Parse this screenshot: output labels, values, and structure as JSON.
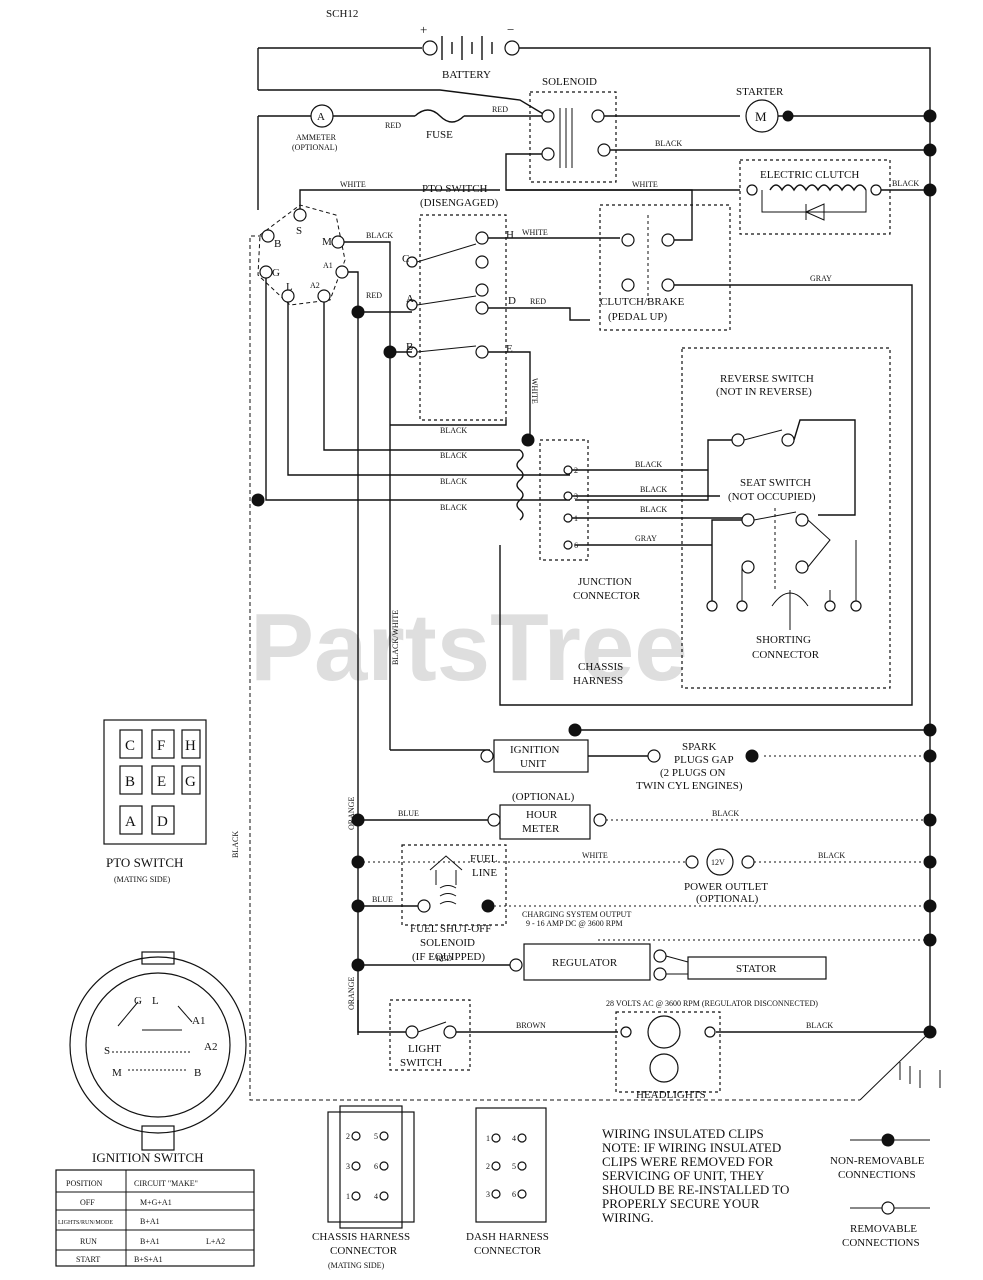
{
  "diagram": {
    "id": "SCH12",
    "watermark": "PartsTree",
    "components": {
      "battery": "BATTERY",
      "battery_pos": "+",
      "battery_neg": "−",
      "solenoid": "SOLENOID",
      "starter": "STARTER",
      "starter_symbol": "M",
      "ammeter_l1": "AMMETER",
      "ammeter_l2": "(OPTIONAL)",
      "ammeter_symbol": "A",
      "fuse": "FUSE",
      "electric_clutch": "ELECTRIC CLUTCH",
      "pto_switch_l1": "PTO SWITCH",
      "pto_switch_l2": "(DISENGAGED)",
      "clutch_brake_l1": "CLUTCH/BRAKE",
      "clutch_brake_l2": "(PEDAL UP)",
      "reverse_switch_l1": "REVERSE SWITCH",
      "reverse_switch_l2": "(NOT IN REVERSE)",
      "seat_switch_l1": "SEAT SWITCH",
      "seat_switch_l2": "(NOT OCCUPIED)",
      "junction_l1": "JUNCTION",
      "junction_l2": "CONNECTOR",
      "chassis_l1": "CHASSIS",
      "chassis_l2": "HARNESS",
      "shorting_l1": "SHORTING",
      "shorting_l2": "CONNECTOR",
      "ignition_unit_l1": "IGNITION",
      "ignition_unit_l2": "UNIT",
      "spark_l1": "SPARK",
      "spark_l2": "PLUGS GAP",
      "spark_l3": "(2 PLUGS ON",
      "spark_l4": "TWIN CYL ENGINES)",
      "hour_meter_l0": "(OPTIONAL)",
      "hour_meter_l1": "HOUR",
      "hour_meter_l2": "METER",
      "fuel_line_l1": "FUEL",
      "fuel_line_l2": "LINE",
      "power_outlet_l1": "POWER OUTLET",
      "power_outlet_l2": "(OPTIONAL)",
      "power_outlet_symbol": "12V",
      "fuel_shutoff_l1": "FUEL SHUT-OFF",
      "fuel_shutoff_l2": "SOLENOID",
      "fuel_shutoff_l3": "(IF EQUIPPED)",
      "charging_l1": "CHARGING SYSTEM OUTPUT",
      "charging_l2": "9 - 16 AMP DC @ 3600 RPM",
      "regulator": "REGULATOR",
      "stator": "STATOR",
      "volts_ac": "28 VOLTS AC @ 3600 RPM (REGULATOR DISCONNECTED)",
      "light_switch_l1": "LIGHT",
      "light_switch_l2": "SWITCH",
      "headlights": "HEADLIGHTS"
    },
    "wires": {
      "red": "RED",
      "white": "WHITE",
      "black": "BLACK",
      "gray": "GRAY",
      "blue": "BLUE",
      "brown": "BROWN",
      "orange": "ORANGE",
      "black_white": "BLACK/WHITE"
    },
    "ignition_terminals": [
      "S",
      "B",
      "M",
      "G",
      "L",
      "A1",
      "A2"
    ],
    "pto_terminals": [
      "C",
      "H",
      "A",
      "D",
      "B",
      "E"
    ],
    "junction_pins": [
      "2",
      "3",
      "1",
      "6"
    ],
    "pto_mating": {
      "caption_l1": "PTO SWITCH",
      "caption_l2": "(MATING SIDE)",
      "rows": [
        [
          "C",
          "F",
          "H"
        ],
        [
          "B",
          "E",
          "G"
        ],
        [
          "A",
          "D"
        ]
      ]
    },
    "ignition_switch": {
      "caption": "IGNITION SWITCH",
      "pins": [
        "G",
        "L",
        "A1",
        "A2",
        "B",
        "M",
        "S"
      ],
      "table_headers": [
        "POSITION",
        "CIRCUIT \"MAKE\""
      ],
      "table_rows": [
        [
          "OFF",
          "M+G+A1",
          ""
        ],
        [
          "LIGHTS/RUN/MODE",
          "B+A1",
          ""
        ],
        [
          "RUN",
          "B+A1",
          "L+A2"
        ],
        [
          "START",
          "B+S+A1",
          ""
        ]
      ]
    },
    "chassis_connector": {
      "caption_l1": "CHASSIS HARNESS",
      "caption_l2": "CONNECTOR",
      "caption_l3": "(MATING SIDE)",
      "pins": [
        "2",
        "5",
        "3",
        "6",
        "1",
        "4"
      ]
    },
    "dash_connector": {
      "caption_l1": "DASH HARNESS",
      "caption_l2": "CONNECTOR",
      "pins": [
        "1",
        "4",
        "2",
        "5",
        "3",
        "6"
      ]
    },
    "notes": {
      "title": "WIRING INSULATED CLIPS",
      "l1": "NOTE: IF WIRING INSULATED",
      "l2": "CLIPS WERE REMOVED FOR",
      "l3": "SERVICING OF UNIT, THEY",
      "l4": "SHOULD BE RE-INSTALLED TO",
      "l5": "PROPERLY SECURE YOUR",
      "l6": "WIRING."
    },
    "legend": {
      "nonremovable_l1": "NON-REMOVABLE",
      "nonremovable_l2": "CONNECTIONS",
      "removable_l1": "REMOVABLE",
      "removable_l2": "CONNECTIONS"
    }
  }
}
